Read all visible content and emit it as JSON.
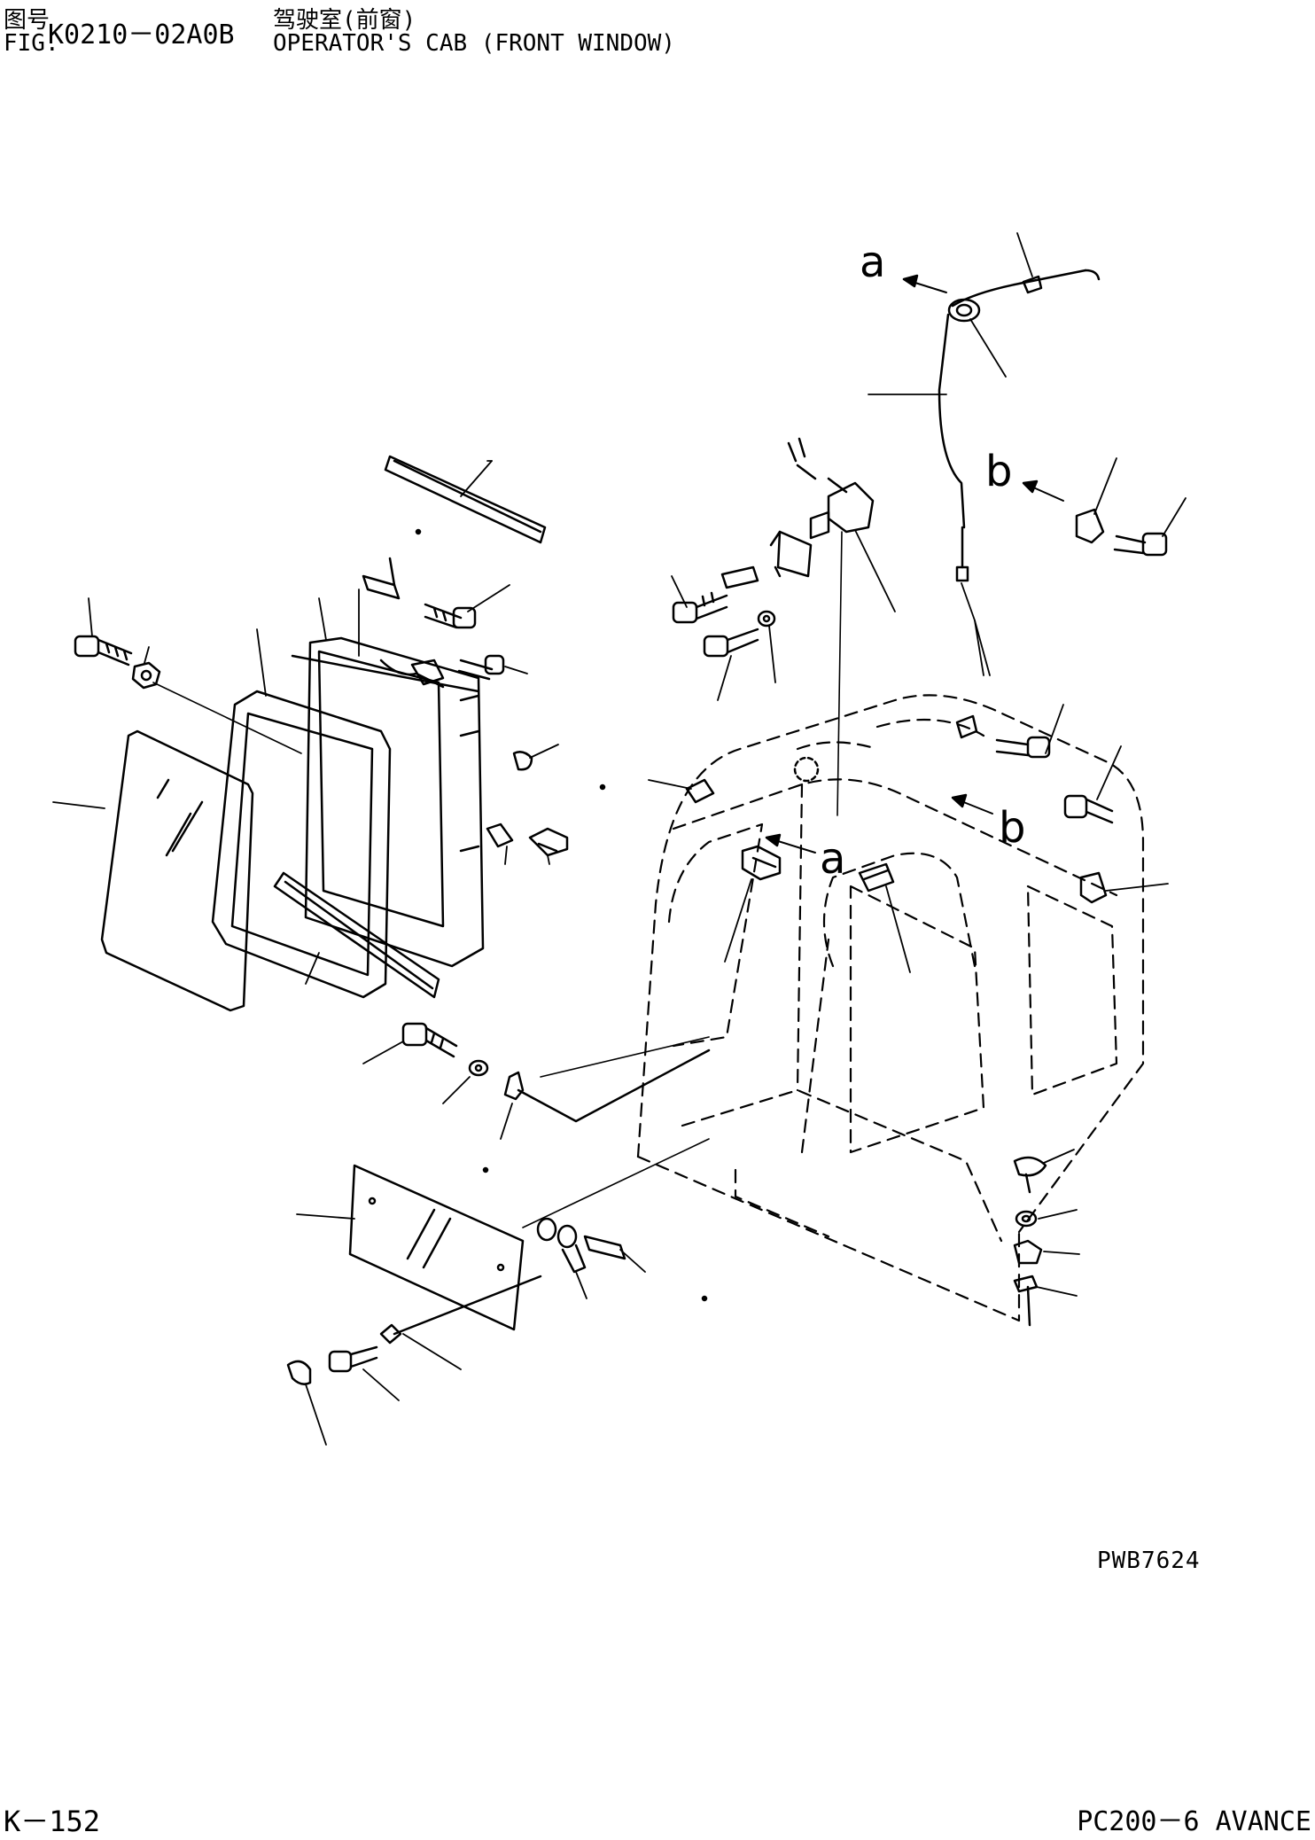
{
  "header": {
    "figure_label_cn": "图号",
    "figure_label_en": "FIG.",
    "figure_number": "K0210－02A0B",
    "title_cn": "驾驶室(前窗)",
    "title_en": "OPERATOR'S CAB (FRONT WINDOW)"
  },
  "diagram": {
    "ref_a_top": "a",
    "ref_a_cab": "a",
    "ref_b_top": "b",
    "ref_b_cab": "b"
  },
  "footer": {
    "reference_code": "PWB7624",
    "page_number": "K－152",
    "model": "PC200－6 AVANCE"
  }
}
